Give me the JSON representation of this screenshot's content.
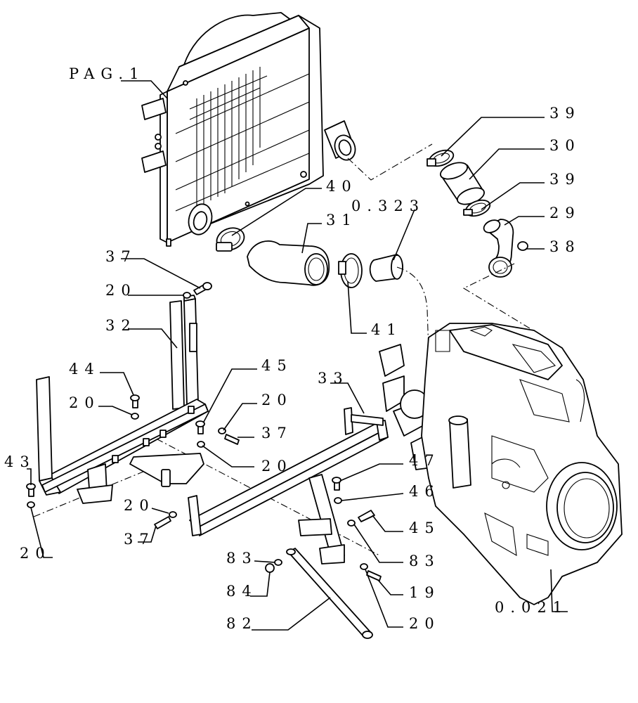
{
  "diagram": {
    "reference_page": "PAG.1",
    "callouts": [
      {
        "id": "pag1",
        "text": "PAG.1"
      },
      {
        "id": "39a",
        "text": "39"
      },
      {
        "id": "30",
        "text": "30"
      },
      {
        "id": "39b",
        "text": "39"
      },
      {
        "id": "40",
        "text": "40"
      },
      {
        "id": "0323",
        "text": "0.323"
      },
      {
        "id": "29",
        "text": "29"
      },
      {
        "id": "31",
        "text": "31"
      },
      {
        "id": "38",
        "text": "38"
      },
      {
        "id": "37a",
        "text": "37"
      },
      {
        "id": "20a",
        "text": "20"
      },
      {
        "id": "41",
        "text": "41"
      },
      {
        "id": "32",
        "text": "32"
      },
      {
        "id": "44",
        "text": "44"
      },
      {
        "id": "45a",
        "text": "45"
      },
      {
        "id": "33",
        "text": "33"
      },
      {
        "id": "20b",
        "text": "20"
      },
      {
        "id": "20c",
        "text": "20"
      },
      {
        "id": "37b",
        "text": "37"
      },
      {
        "id": "43",
        "text": "43"
      },
      {
        "id": "20d",
        "text": "20"
      },
      {
        "id": "47",
        "text": "47"
      },
      {
        "id": "46",
        "text": "46"
      },
      {
        "id": "20e",
        "text": "20"
      },
      {
        "id": "45b",
        "text": "45"
      },
      {
        "id": "37c",
        "text": "37"
      },
      {
        "id": "20f",
        "text": "20"
      },
      {
        "id": "83a",
        "text": "83"
      },
      {
        "id": "83b",
        "text": "83"
      },
      {
        "id": "84",
        "text": "84"
      },
      {
        "id": "19",
        "text": "19"
      },
      {
        "id": "0021",
        "text": "0.021"
      },
      {
        "id": "82",
        "text": "82"
      },
      {
        "id": "20g",
        "text": "20"
      }
    ]
  }
}
